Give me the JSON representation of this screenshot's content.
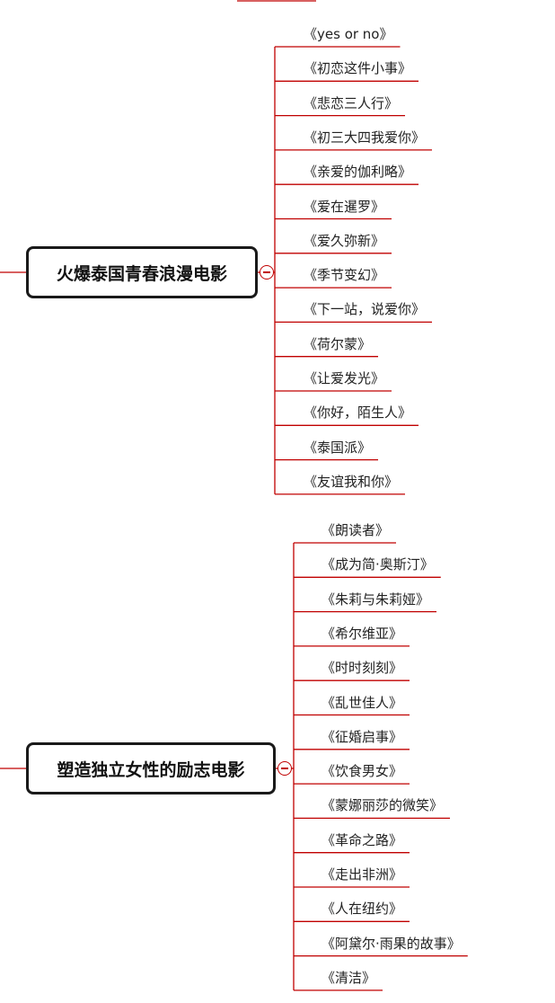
{
  "colors": {
    "line": "#c00000",
    "box_border": "#1a1a1a",
    "text": "#222222"
  },
  "groups": [
    {
      "title": "火爆泰国青春浪漫电影",
      "items": [
        "《yes or no》",
        "《初恋这件小事》",
        "《悲恋三人行》",
        "《初三大四我爱你》",
        "《亲爱的伽利略》",
        "《爱在暹罗》",
        "《爱久弥新》",
        "《季节变幻》",
        "《下一站，说爱你》",
        "《荷尔蒙》",
        "《让爱发光》",
        "《你好，陌生人》",
        "《泰国派》",
        "《友谊我和你》"
      ]
    },
    {
      "title": "塑造独立女性的励志电影",
      "items": [
        "《朗读者》",
        "《成为简·奥斯汀》",
        "《朱莉与朱莉娅》",
        "《希尔维亚》",
        "《时时刻刻》",
        "《乱世佳人》",
        "《征婚启事》",
        "《饮食男女》",
        "《蒙娜丽莎的微笑》",
        "《革命之路》",
        "《走出非洲》",
        "《人在纽约》",
        "《阿黛尔·雨果的故事》",
        "《清洁》"
      ]
    }
  ]
}
